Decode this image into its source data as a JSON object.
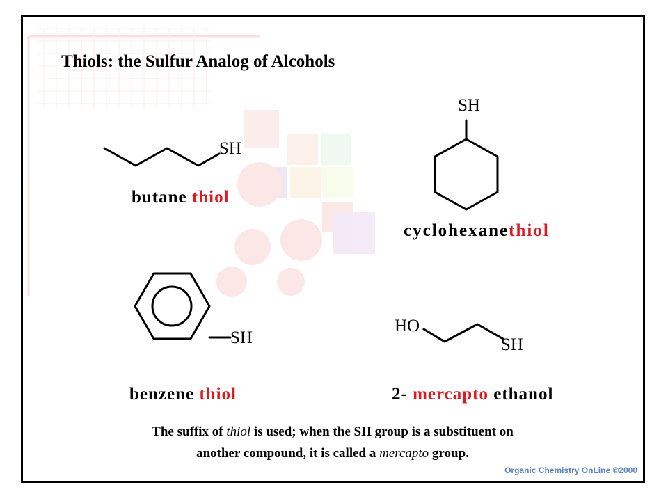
{
  "title": "Thiols:  the Sulfur Analog of Alcohols",
  "groups": {
    "sh": "SH",
    "ho": "HO"
  },
  "compounds": {
    "butanethiol": {
      "prefix": "butane",
      "suffix": "thiol"
    },
    "cyclohexanethiol": {
      "prefix": "cyclohexane",
      "suffix": "thiol"
    },
    "benzenethiol": {
      "prefix": "benzene",
      "suffix": "thiol"
    },
    "mercaptoethanol": {
      "number": "2-",
      "substituent": "mercapto",
      "parent": "ethanol"
    }
  },
  "caption": {
    "line1_a": "The suffix of ",
    "line1_italic": "thiol",
    "line1_b": "  is used;  when the SH group is a substituent on",
    "line2_a": "another compound, it is called a ",
    "line2_italic": "mercapto",
    "line2_b": "  group."
  },
  "credit": "Organic Chemistry OnLine  ©2000",
  "colors": {
    "accent_red": "#e0191f",
    "credit_blue": "#5b82c4",
    "frame": "#000000"
  }
}
